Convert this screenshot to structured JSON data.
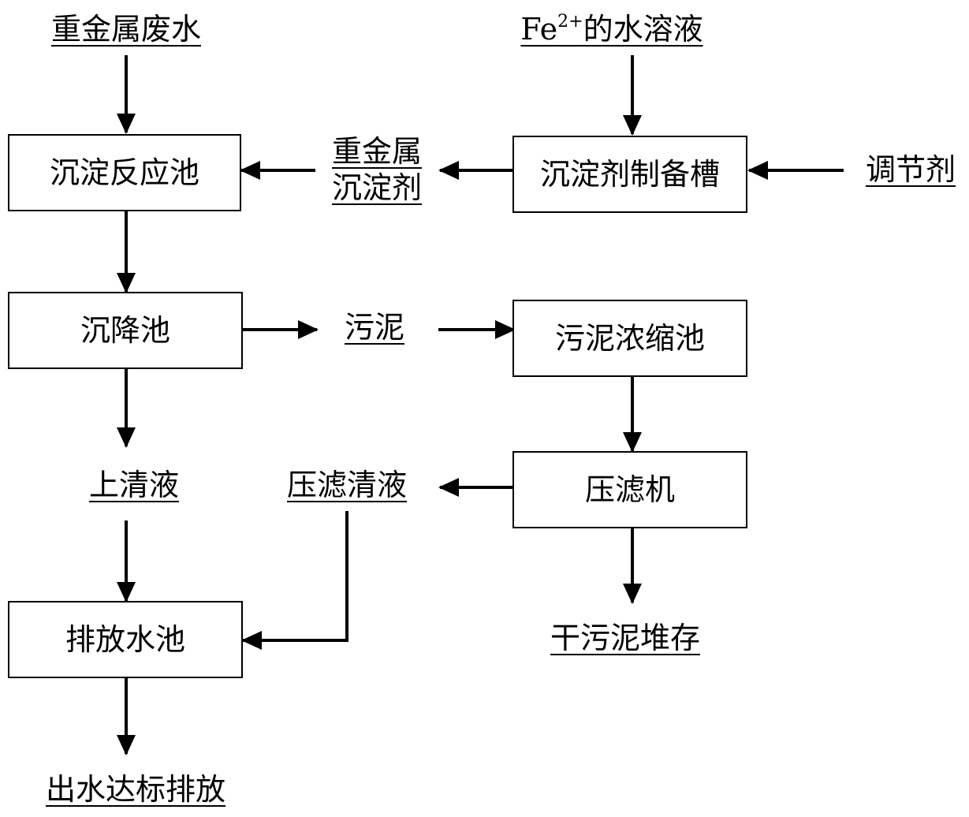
{
  "nodes": {
    "wastewater": "重金属废水",
    "fe_solution_prefix": "Fe",
    "fe_solution_superscript": "2+",
    "fe_solution_suffix": "的水溶液",
    "precip_reaction_tank": "沉淀反应池",
    "precipitant_line1": "重金属",
    "precipitant_line2": "沉淀剂",
    "precipitant_prep_tank": "沉淀剂制备槽",
    "regulator": "调节剂",
    "settling_tank": "沉降池",
    "sludge": "污泥",
    "sludge_thickener": "污泥浓缩池",
    "supernatant": "上清液",
    "filtrate": "压滤清液",
    "filter_press": "压滤机",
    "discharge_pool": "排放水池",
    "dry_sludge": "干污泥堆存",
    "compliant_discharge": "出水达标排放"
  }
}
